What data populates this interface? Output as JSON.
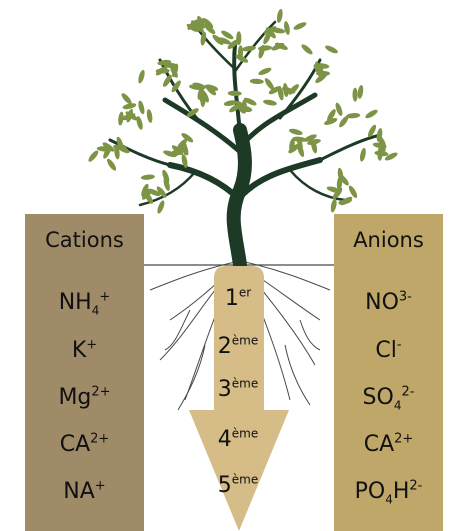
{
  "cations": {
    "title": "Cations",
    "items": [
      {
        "base": "NH",
        "sub": "4",
        "sup": "+"
      },
      {
        "base": "K",
        "sub": "",
        "sup": "+"
      },
      {
        "base": "Mg",
        "sub": "",
        "sup": "2+"
      },
      {
        "base": "CA",
        "sub": "",
        "sup": "2+"
      },
      {
        "base": "NA",
        "sub": "",
        "sup": "+"
      }
    ]
  },
  "anions": {
    "title": "Anions",
    "items": [
      {
        "base": "NO",
        "sub": "",
        "sup": "3-"
      },
      {
        "base": "Cl",
        "sub": "",
        "sup": "-"
      },
      {
        "base": "SO",
        "sub": "4",
        "sup": "2-"
      },
      {
        "base": "CA",
        "sub": "",
        "sup": "2+"
      },
      {
        "base": "PO",
        "sub": "4",
        "sup": "H",
        "sup2": "2-"
      }
    ]
  },
  "order": [
    {
      "num": "1",
      "sup": "er"
    },
    {
      "num": "2",
      "sup": "ème"
    },
    {
      "num": "3",
      "sup": "ème"
    },
    {
      "num": "4",
      "sup": "ème"
    },
    {
      "num": "5",
      "sup": "ème"
    }
  ],
  "colors": {
    "cations_panel": "#9f8b68",
    "anions_panel": "#bfa76a",
    "arrow": "#d6bd87",
    "trunk": "#1c3a26",
    "leaf": "#7d9446",
    "roots": "#2a2a2a"
  }
}
